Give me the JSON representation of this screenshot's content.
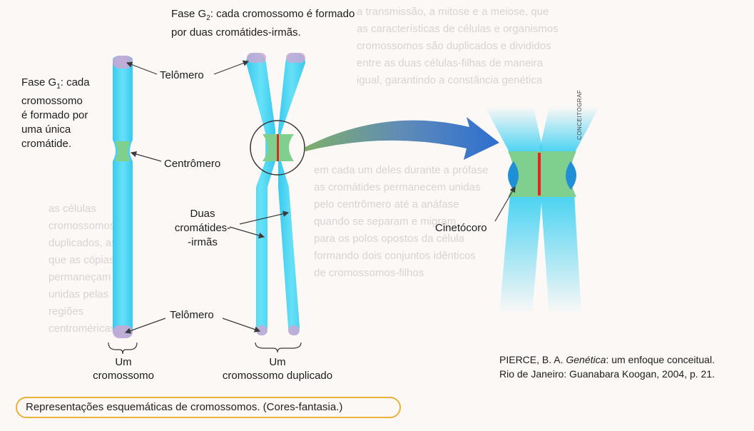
{
  "colors": {
    "chromatid": "#4fd8f4",
    "chromatid_dark": "#2fb9de",
    "telomere": "#cfa6d2",
    "centromere": "#7fcf8e",
    "kinetochore": "#1f8fd8",
    "centromere_line": "#e52620",
    "caption_border": "#e7b13a",
    "pointer": "#3a3a3a"
  },
  "labels": {
    "phase_g1": [
      "Fase G",
      "1",
      ": cada",
      "cromossomo",
      "é formado por",
      "uma única",
      "cromátide."
    ],
    "phase_g2": [
      "Fase G",
      "2",
      ": cada cromossomo é formado",
      "por duas cromátides-irmãs."
    ],
    "telomere_top": "Telômero",
    "telomere_bottom": "Telômero",
    "centromere": "Centrômero",
    "sister_chromatids": [
      "Duas",
      "cromátides-",
      "-irmãs"
    ],
    "kinetochore": "Cinetócoro",
    "one_chromosome": [
      "Um",
      "cromossomo"
    ],
    "one_duplicated": [
      "Um",
      "cromossomo duplicado"
    ]
  },
  "credit": "CONCEITOGRAF",
  "reference": {
    "author": "PIERCE, B. A. ",
    "title": "Genética",
    "rest": ": um enfoque conceitual.",
    "line2": "Rio de Janeiro: Guanabara Koogan, 2004, p. 21."
  },
  "caption": "Representações esquemáticas de cromossomos. (Cores-fantasia.)"
}
